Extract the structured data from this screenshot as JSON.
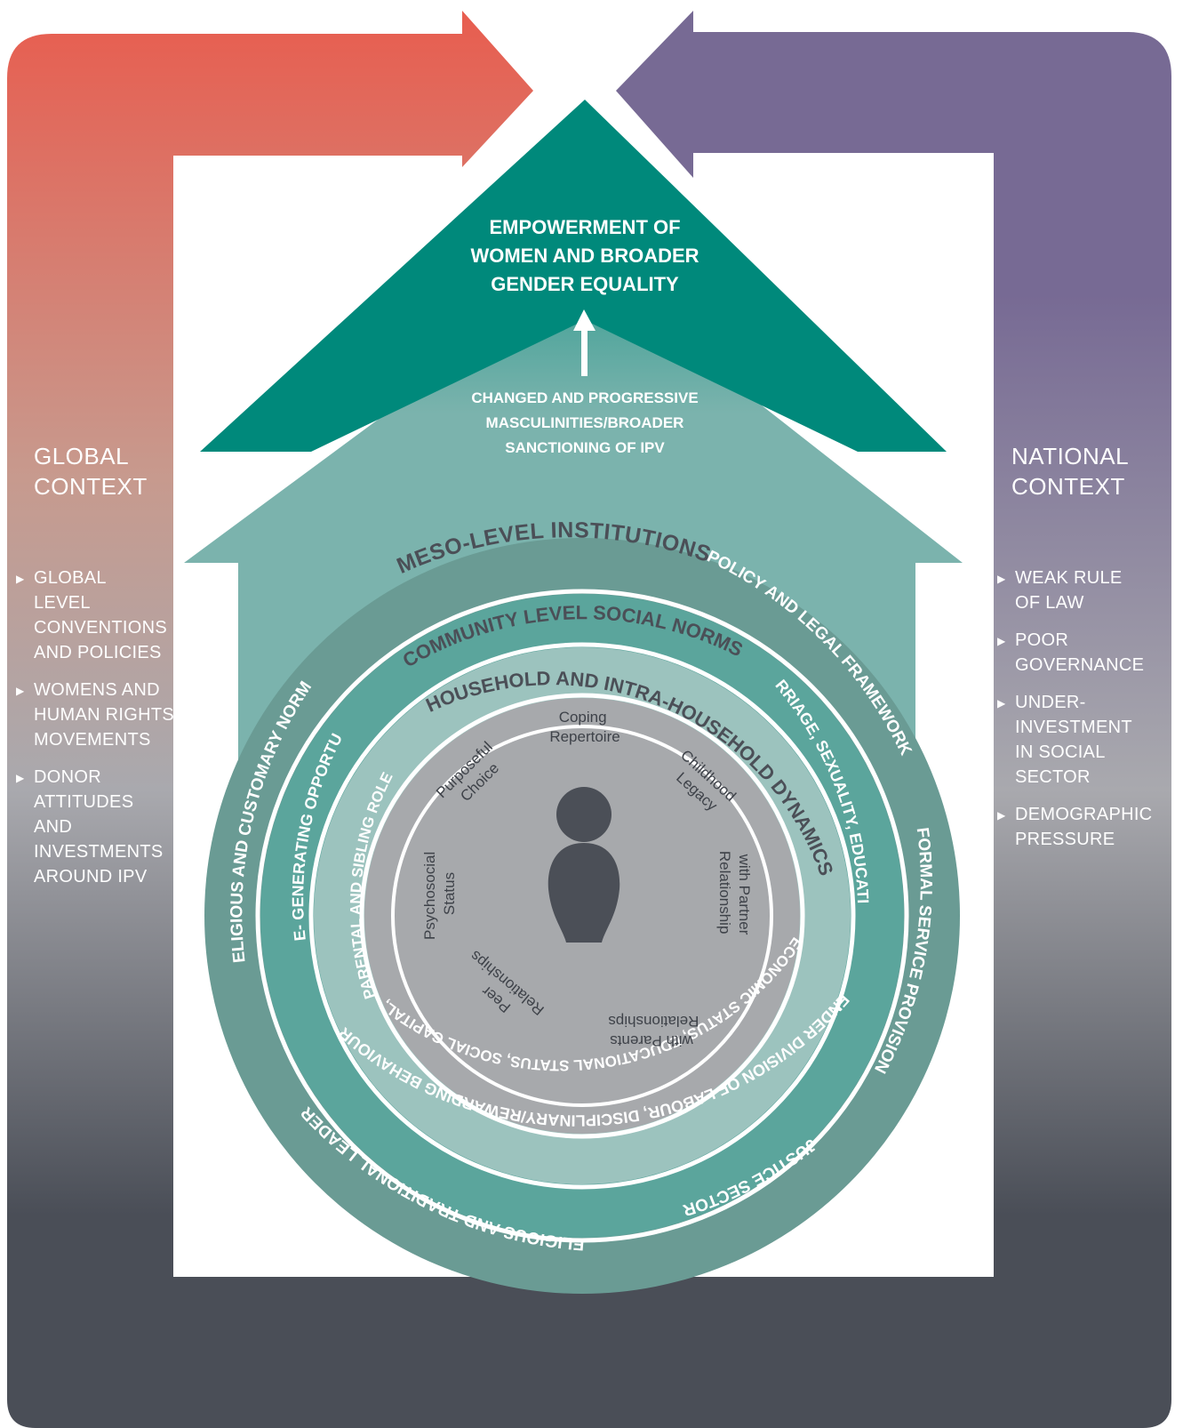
{
  "colors": {
    "global_arrow_top": "#E85D4F",
    "global_arrow_mid": "#C79A8E",
    "national_arrow_top": "#776A94",
    "arrow_bottom": "#4A4E57",
    "roof_dark": "#00897B",
    "roof_light": "#7BB3AD",
    "ring_meso": "#6A9B94",
    "ring_community": "#5BA59C",
    "ring_household": "#9CC3BE",
    "core_gray": "#A7A9AC",
    "person": "#4B4F57"
  },
  "roof": {
    "goal_text": "EMPOWERMENT OF\nWOMEN AND BROADER\nGENDER EQUALITY",
    "change_text": "CHANGED AND PROGRESSIVE\nMASCULINITIES/BROADER\nSANCTIONING OF IPV"
  },
  "global_context": {
    "title": "GLOBAL\nCONTEXT",
    "items": [
      "GLOBAL\nLEVEL\nCONVENTIONS\nAND POLICIES",
      "WOMENS AND\nHUMAN RIGHTS\nMOVEMENTS",
      "DONOR\nATTITUDES AND\nINVESTMENTS\nAROUND IPV"
    ]
  },
  "national_context": {
    "title": "NATIONAL\nCONTEXT",
    "items": [
      "WEAK RULE\nOF LAW",
      "POOR\nGOVERNANCE",
      "UNDER-\nINVESTMENT\nIN SOCIAL\nSECTOR",
      "DEMOGRAPHIC\nPRESSURE"
    ]
  },
  "rings": {
    "meso_title": "MESO-LEVEL INSTITUTIONS",
    "meso_policy": "POLICY AND LEGAL FRAMEWORK",
    "meso_formal": "FORMAL SERVICE PROVISION",
    "meso_justice": "JUSTICE SECTOR",
    "meso_leaders": "RELIGIOUS AND TRADITIONAL LEADERS",
    "meso_religious_norms": "RELIGIOUS AND CUSTOMARY NORMS",
    "community_title": "COMMUNITY LEVEL SOCIAL NORMS",
    "community_marriage": "MARRIAGE, SEXUALITY, EDUCATION,",
    "community_gender": "GENDER DIVISION OF LABOUR, DISCIPLINARY/REWARDING BEHAVIOURS,",
    "community_income": "INCOME- GENERATING OPPORTUNITIES",
    "household_title": "HOUSEHOLD AND INTRA-HOUSEHOLD DYNAMICS",
    "household_economic": "ECONOMIC STATUS, EDUCATIONAL STATUS, SOCIAL CAPITAL,",
    "household_parental": "PARENTAL AND SIBLING ROLE"
  },
  "individual": {
    "coping": "Coping\nRepertoire",
    "childhood": "Childhood\nLegacy",
    "partner": "Relationship\nwith Partner",
    "parents": "Relationships\nwith Parents",
    "peer": "Peer\nRelationships",
    "psychosocial": "Psychosocial\nStatus",
    "choice": "Purposeful\nChoice"
  }
}
